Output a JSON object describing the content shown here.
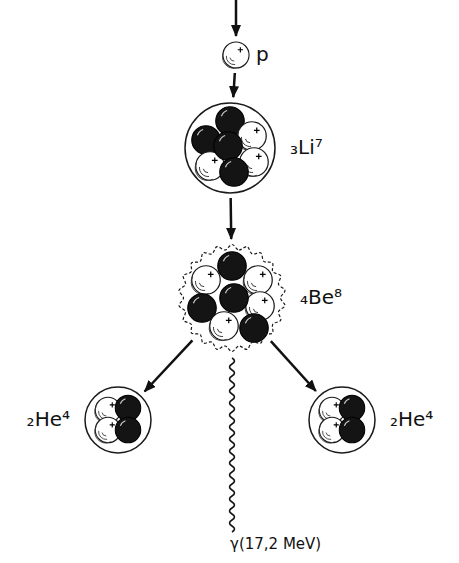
{
  "diagram": {
    "nodes": [
      {
        "text": [
          "p"
        ]
      },
      {
        "text": [
          "₃Li⁷"
        ]
      },
      {
        "text": [
          "₄Be⁸"
        ]
      },
      {
        "text": [
          "₂He⁴"
        ]
      },
      {
        "text": [
          "₂He⁴"
        ]
      }
    ],
    "edges": [
      {
        "from": 0,
        "to": 1,
        "arrow": "to"
      },
      {
        "from": 1,
        "to": 2,
        "arrow": "to"
      },
      {
        "from": 2,
        "to": 3,
        "arrow": "to"
      },
      {
        "from": 2,
        "to": 4,
        "arrow": "to"
      }
    ],
    "labels": [
      "γ(17,2 MeV)"
    ]
  }
}
